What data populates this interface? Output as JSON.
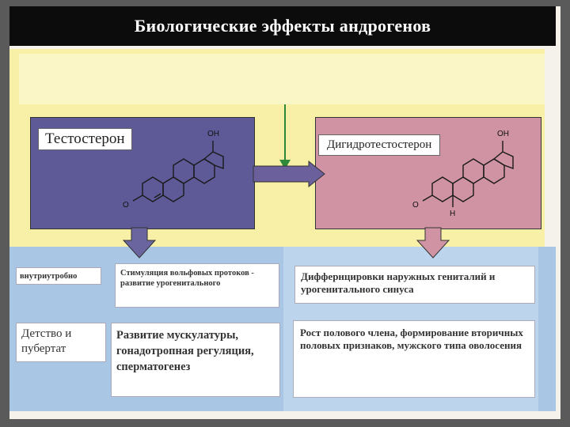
{
  "title": "Биологические эффекты андрогенов",
  "hormones": {
    "testosterone": {
      "name": "Тестостерон",
      "oh": "OH",
      "o": "O"
    },
    "dht": {
      "name": "Дигидротестостерон",
      "oh": "OH",
      "o": "O",
      "h": "H"
    }
  },
  "rows": [
    {
      "period": "внутриутробно",
      "testosterone_effect": "Стимуляция вольфовых протоков - развитие урогенитального",
      "dht_effect": "Диффернцировки наружных гениталий и урогенитального синуса"
    },
    {
      "period": "Детство и пубертат",
      "testosterone_effect": "Развитие мускулатуры, гонадотропная регуляция, сперматогенез",
      "dht_effect": "Рост полового члена, формирование вторичных половых признаков, мужского типа оволосения"
    }
  ],
  "colors": {
    "title_bg": "#0c0c0c",
    "yellow_bg": "#f8f0a6",
    "testosterone_panel": "#5e5a98",
    "dht_panel": "#cf93a4",
    "blue_bg": "#a9c6e5",
    "green_arrow": "#2e8a3a"
  }
}
